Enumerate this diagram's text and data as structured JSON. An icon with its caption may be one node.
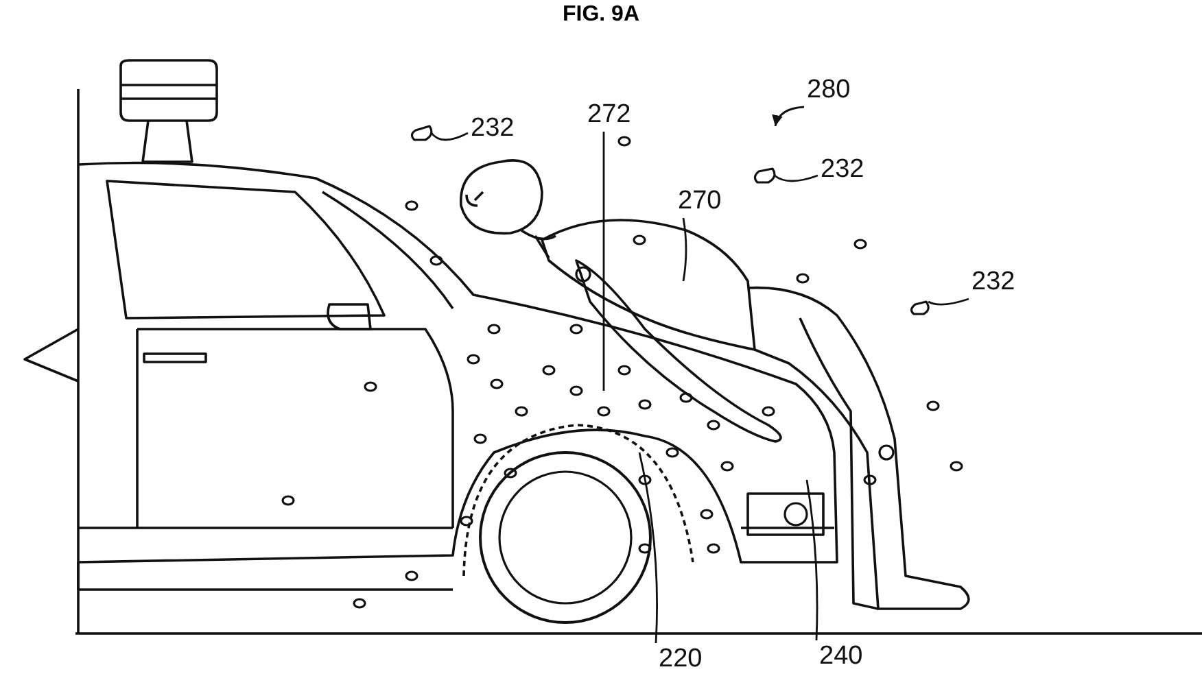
{
  "diagram": {
    "title": "FIG. 9A",
    "nodes": [
      {
        "text": [
          "232"
        ]
      },
      {
        "text": [
          "272"
        ]
      },
      {
        "text": [
          "280"
        ]
      },
      {
        "text": [
          "232"
        ]
      },
      {
        "text": [
          "270"
        ]
      },
      {
        "text": [
          "232"
        ]
      },
      {
        "text": [
          "220"
        ]
      },
      {
        "text": [
          "240"
        ]
      },
      {
        "text": [],
        "shape": "box"
      },
      {
        "text": [],
        "shape": "box"
      },
      {
        "text": [],
        "shape": "box"
      }
    ],
    "edges": [
      {
        "from": 0,
        "to": 8,
        "arrow": "none"
      },
      {
        "from": 1,
        "to": null,
        "arrow": "none"
      },
      {
        "from": 2,
        "to": null,
        "arrow": "to"
      },
      {
        "from": 3,
        "to": 9,
        "arrow": "none"
      },
      {
        "from": 4,
        "to": null,
        "arrow": "none"
      },
      {
        "from": 5,
        "to": 10,
        "arrow": "none"
      },
      {
        "from": 6,
        "to": null,
        "arrow": "none"
      },
      {
        "from": 7,
        "to": null,
        "arrow": "none"
      }
    ]
  }
}
